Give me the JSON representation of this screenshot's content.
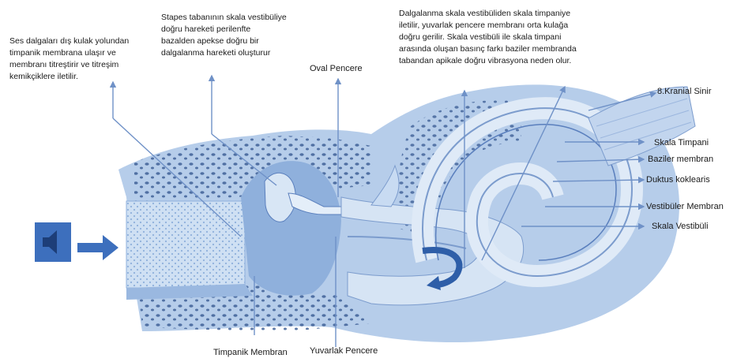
{
  "texts": {
    "ses_paragraph": "Ses dalgaları dış kulak yolundan\ntimpanik membrana ulaşır ve\nmembranı titreştirir ve titreşim\nkemikçiklere iletilir.",
    "stapes_paragraph": "Stapes tabanının skala vestibüliye\ndoğru hareketi perilenfte\nbazalden apekse doğru bir\ndalgalanma hareketi oluşturur",
    "dalga_paragraph": "Dalgalanma skala vestibüliden skala timpaniye\niletilir,  yuvarlak pencere membranı orta kulağa\ndoğru gerilir. Skala vestibüli ile skala timpani\narasında oluşan basınç farkı baziler membranda\ntabandan apikale doğru vibrasyona neden olur."
  },
  "labels": {
    "oval_pencere": "Oval Pencere",
    "kranial_sinir": "8.Kranial Sinir",
    "skala_timpani": "Skala Timpani",
    "baziler_membran": "Baziler membran",
    "duktus_koklearis": "Duktus koklearis",
    "vestibuler_membran": "Vestibüler Membran",
    "skala_vestibuli": "Skala Vestibüli",
    "timpanik_membran": "Timpanik Membran",
    "yuvarlak_pencere": "Yuvarlak Pencere"
  },
  "icons": {
    "sound": "speaker-icon",
    "arrow": "right-arrow-icon"
  },
  "colors": {
    "accent": "#3d6fbd",
    "tissue": "#a9c4e6",
    "tissue_light": "#d6e4f4",
    "line": "#6f91c7"
  }
}
